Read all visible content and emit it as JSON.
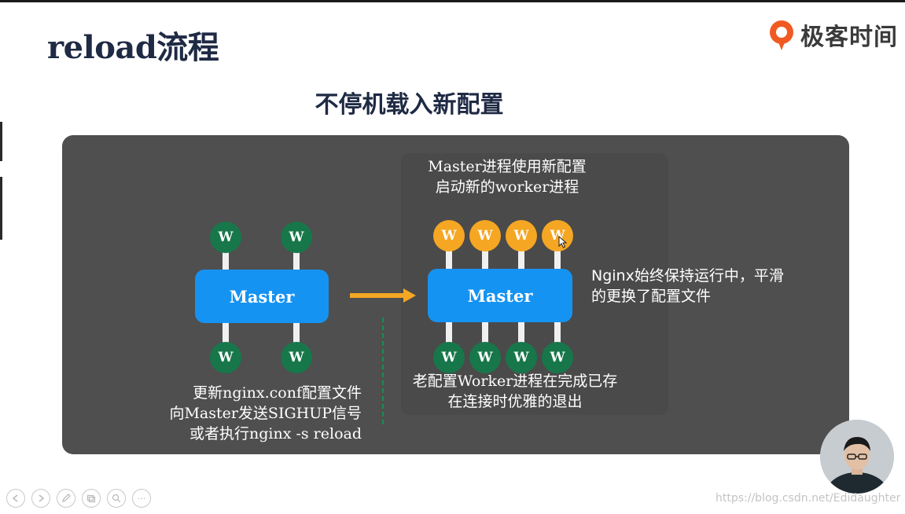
{
  "slide": {
    "title": "reload流程",
    "subtitle": "不停机载入新配置"
  },
  "brand": {
    "name": "极客时间",
    "color": "#f05a22"
  },
  "diagram": {
    "before": {
      "master_label": "Master",
      "worker_label": "W",
      "caption_lines": [
        "更新nginx.conf配置文件",
        "向Master发送SIGHUP信号",
        "或者执行nginx -s reload"
      ]
    },
    "after": {
      "master_label": "Master",
      "new_worker_label": "W",
      "old_worker_label": "W",
      "top_note_lines": [
        "Master进程使用新配置",
        "启动新的worker进程"
      ],
      "right_note_lines": [
        "Nginx始终保持运行中，平滑",
        "的更换了配置文件"
      ],
      "bottom_note_lines": [
        "老配置Worker进程在完成已存",
        "在连接时优雅的退出"
      ]
    },
    "colors": {
      "panel": "#4f4f4f",
      "master": "#1593f2",
      "old_worker": "#17774a",
      "new_worker": "#f5a623",
      "arrow": "#f5a623"
    }
  },
  "footer": {
    "watermark": "https://blog.csdn.net/Edidaughter",
    "toolbar_icons": [
      "prev-icon",
      "next-icon",
      "pen-icon",
      "slides-icon",
      "zoom-icon",
      "more-icon"
    ],
    "more_label": "···"
  }
}
